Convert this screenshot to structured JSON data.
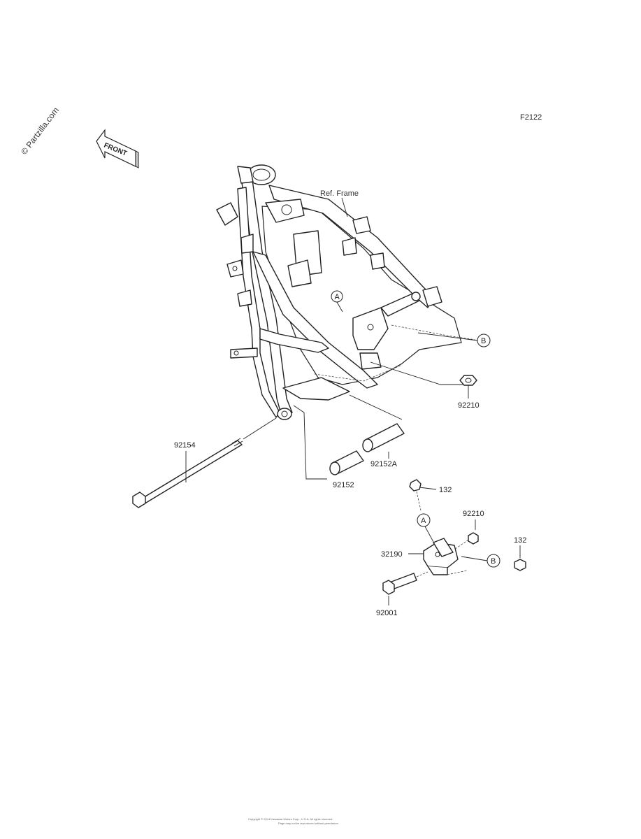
{
  "figure_code": "F2122",
  "watermark": "© Partzilla.com",
  "front_label": "FRONT",
  "frame_reference": "Ref. Frame",
  "callouts": {
    "a": "A",
    "b": "B"
  },
  "parts": {
    "p92210_upper": "92210",
    "p92154": "92154",
    "p92152A": "92152A",
    "p92152": "92152",
    "p132_upper": "132",
    "p92210_lower": "92210",
    "p132_lower": "132",
    "p32190": "32190",
    "p92001": "92001"
  },
  "footer": {
    "line1": "Copyright © 2014 Kawasaki Motors Corp., U.S.A. All rights reserved.",
    "line2": "Page may not be reproduced without permission"
  }
}
